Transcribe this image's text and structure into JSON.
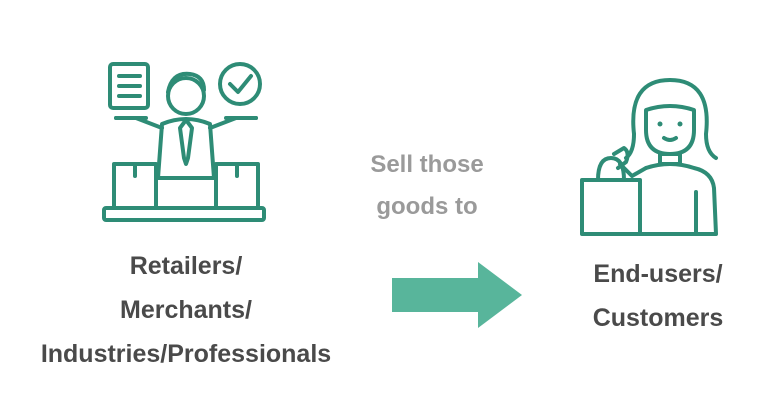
{
  "diagram": {
    "source_node": {
      "icon": "retailer-merchant-icon",
      "label_lines": [
        "Retailers/",
        "Merchants/",
        "Industries/Professionals"
      ]
    },
    "connector": {
      "label_lines": [
        "Sell those",
        "goods to"
      ],
      "icon": "arrow-right-icon",
      "color": "#58b59b"
    },
    "target_node": {
      "icon": "customer-shopping-icon",
      "label_lines": [
        "End-users/",
        "Customers"
      ]
    },
    "colors": {
      "icon_stroke": "#2e8c76",
      "label_text": "#4a4a4a",
      "connector_text": "#9a9a9a"
    }
  }
}
